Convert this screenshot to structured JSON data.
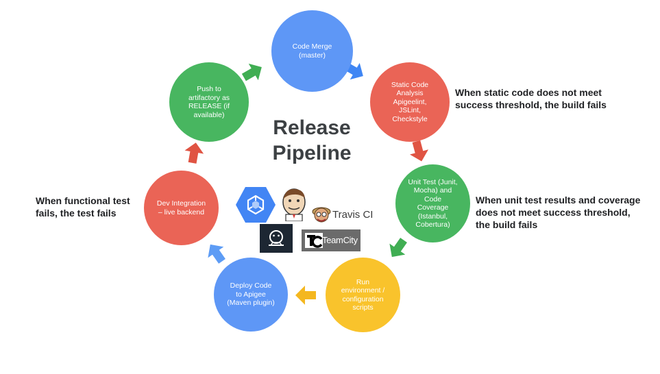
{
  "title": "Release\nPipeline",
  "colors": {
    "blue": "#5e97f6",
    "red": "#ea6456",
    "green": "#48b660",
    "yellow": "#f9c32c",
    "arrow_blue": "#3f86f4",
    "arrow_green": "#40ae53",
    "arrow_red": "#e05443",
    "arrow_yellow": "#f4b71f",
    "arrow_light_blue": "#5d9cf5"
  },
  "stages": [
    {
      "label": "Code Merge\n(master)",
      "color": "blue"
    },
    {
      "label": "Static Code\nAnalysis\nApigeelint,\nJSLint,\nCheckstyle",
      "color": "red"
    },
    {
      "label": "Unit Test (Junit,\nMocha) and\nCode\nCoverage\n(Istanbul,\nCobertura)",
      "color": "green"
    },
    {
      "label": "Run\nenvironment /\nconfiguration\nscripts",
      "color": "yellow"
    },
    {
      "label": "Deploy Code\nto Apigee\n(Maven plugin)",
      "color": "blue"
    },
    {
      "label": "Dev Integration\n– live backend",
      "color": "red"
    },
    {
      "label": "Push to\nartifactory as\nRELEASE (if\navailable)",
      "color": "green"
    }
  ],
  "notes": {
    "static_code": "When static code does not meet\nsuccess threshold, the build fails",
    "unit_test": "When unit test results and coverage\ndoes not meet success threshold,\nthe build fails",
    "functional_test": "When functional test\nfails, the test fails"
  },
  "tools": {
    "cloud_build_icon": "cloud-build-icon",
    "jenkins_icon": "jenkins-icon",
    "travis_ci_label": "Travis CI",
    "concourse_icon": "concourse-icon",
    "teamcity_label": "TeamCity"
  }
}
